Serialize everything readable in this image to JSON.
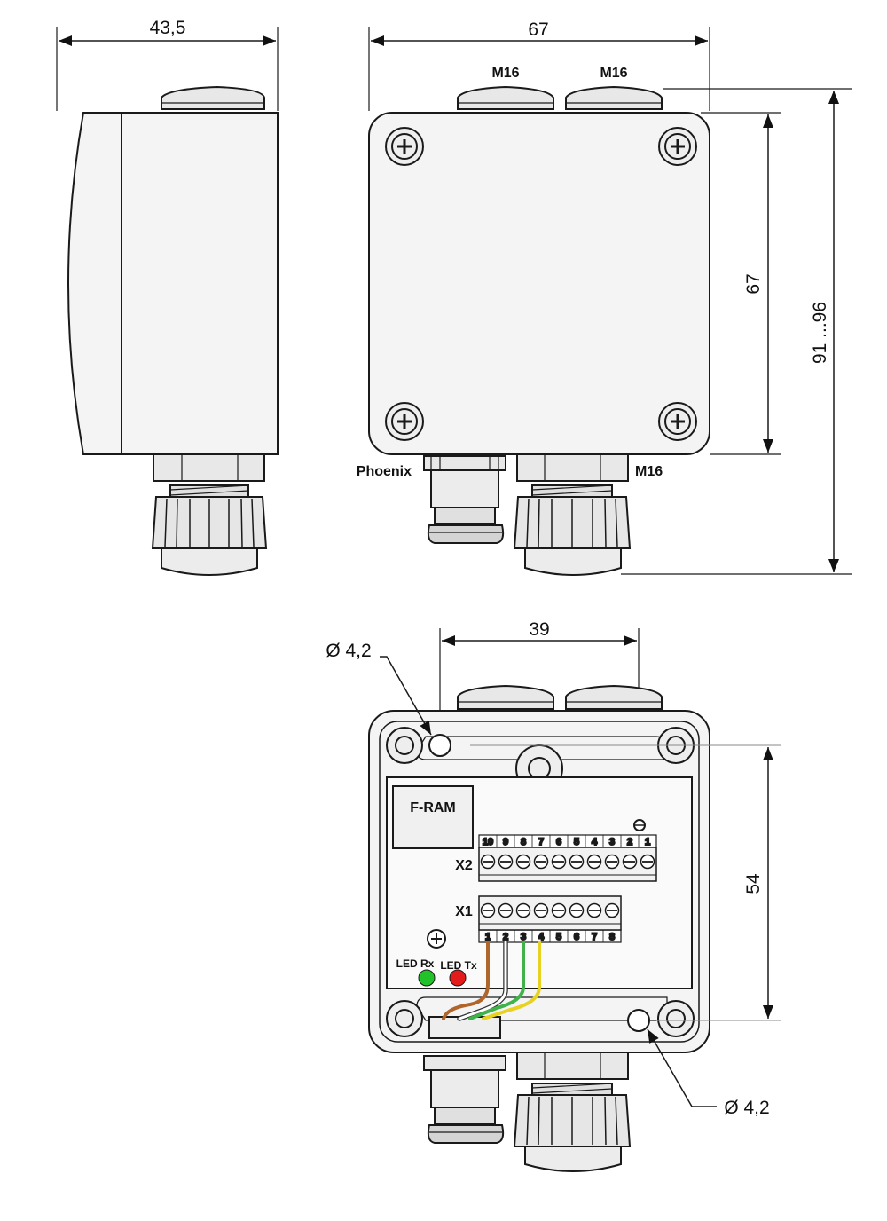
{
  "colors": {
    "line": "#1a1a1a",
    "housing": "#f4f4f4",
    "gland": "#e6e6e6",
    "dim_line": "#222222",
    "wire_brown": "#b0652a",
    "wire_white": "#ffffff",
    "wire_green": "#3fb34a",
    "wire_yellow": "#e8d21f",
    "led_rx": "#22c32a",
    "led_tx": "#e41b1b"
  },
  "side_view": {
    "width_label": "43,5"
  },
  "front_view": {
    "width_label": "67",
    "gland_left_label": "M16",
    "gland_right_label": "M16",
    "height_label": "67",
    "total_height_label": "91 ...96",
    "bottom_left_label": "Phoenix",
    "bottom_right_label": "M16"
  },
  "interior_view": {
    "hole_spacing_label": "39",
    "hole_top_label": "Ø 4,2",
    "hole_bottom_label": "Ø 4,2",
    "vertical_spacing_label": "54",
    "module_label": "F-RAM",
    "terminal_x2": {
      "label": "X2",
      "pins": [
        "10",
        "9",
        "8",
        "7",
        "6",
        "5",
        "4",
        "3",
        "2",
        "1"
      ]
    },
    "terminal_x1": {
      "label": "X1",
      "pins": [
        "1",
        "2",
        "3",
        "4",
        "5",
        "6",
        "7",
        "8"
      ]
    },
    "led_rx_label": "LED Rx",
    "led_tx_label": "LED Tx"
  }
}
